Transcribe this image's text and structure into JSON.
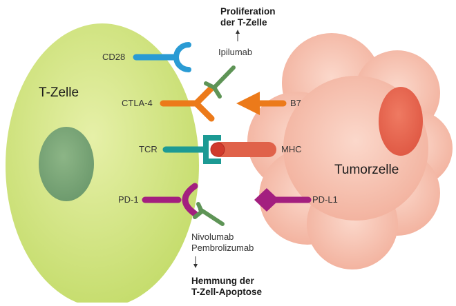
{
  "cells": {
    "t_cell": "T-Zelle",
    "tumor_cell": "Tumorzelle"
  },
  "molecules": {
    "cd28": "CD28",
    "ctla4": "CTLA-4",
    "tcr": "TCR",
    "pd1": "PD-1",
    "b7": "B7",
    "mhc": "MHC",
    "pdl1": "PD-L1"
  },
  "drugs": {
    "ipilumab": "Ipilumab",
    "nivolumab": "Nivolumab",
    "pembrolizumab": "Pembrolizumab"
  },
  "effects": {
    "top_line1": "Proliferation",
    "top_line2": "der T-Zelle",
    "bottom_line1": "Hemmung der",
    "bottom_line2": "T-Zell-Apoptose"
  },
  "colors": {
    "t_cell": "#c6dd6e",
    "t_cell_nucleus": "#6e9b6e",
    "tumor_cell": "#f2b09c",
    "tumor_nucleus": "#e05a45",
    "cd28": "#2a9bd4",
    "ctla4_b7": "#ec7a1a",
    "tcr": "#1c9a94",
    "mhc": "#e0624a",
    "pd1_pdl1": "#a31f7f",
    "antibody": "#5e9456"
  }
}
